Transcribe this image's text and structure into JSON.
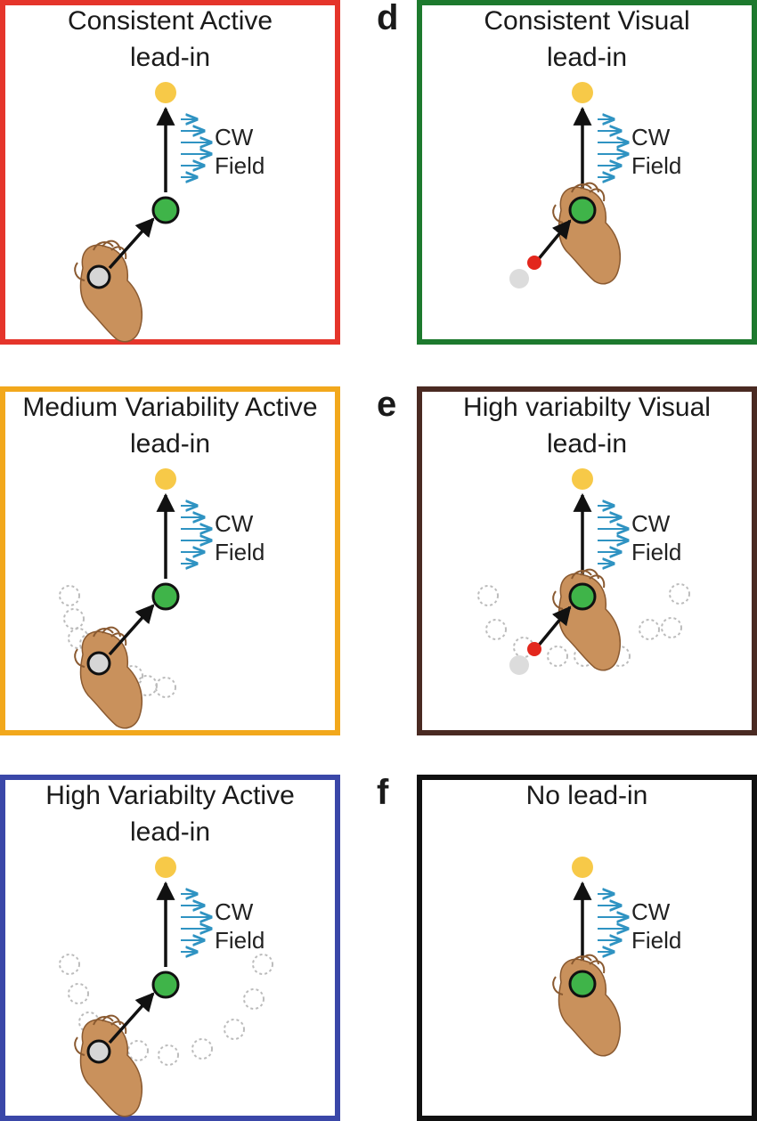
{
  "colors": {
    "target": "#f7c948",
    "start": "#3fb449",
    "hand_cursor": "#d6d6d6",
    "visual_cursor": "#e3271d",
    "visual_ghost": "#dcdcdc",
    "field_arrows": "#2f93c2",
    "dashed_circle": "#bcbcbc",
    "hand": "#c9915c",
    "hand_dark": "#8a5a31"
  },
  "field": {
    "line1": "CW",
    "line2": "Field"
  },
  "panels": [
    {
      "id": "a",
      "letter": "",
      "title_lines": [
        "Consistent Active",
        "lead-in"
      ],
      "border_color": "#e5352b",
      "mode": "active",
      "variability": "none"
    },
    {
      "id": "d",
      "letter": "d",
      "title_lines": [
        "Consistent Visual",
        "lead-in"
      ],
      "border_color": "#1d7a2e",
      "mode": "visual",
      "variability": "none"
    },
    {
      "id": "b",
      "letter": "",
      "title_lines": [
        "Medium Variability Active",
        "lead-in"
      ],
      "border_color": "#f2a81c",
      "mode": "active",
      "variability": "medium"
    },
    {
      "id": "e",
      "letter": "e",
      "title_lines": [
        "High variabilty Visual",
        "lead-in"
      ],
      "border_color": "#4a2a22",
      "mode": "visual",
      "variability": "high"
    },
    {
      "id": "c",
      "letter": "",
      "title_lines": [
        "High Variabilty Active",
        "lead-in"
      ],
      "border_color": "#3a47a8",
      "mode": "active",
      "variability": "high"
    },
    {
      "id": "f",
      "letter": "f",
      "title_lines": [
        "No lead-in",
        ""
      ],
      "border_color": "#111111",
      "mode": "none",
      "variability": "none"
    }
  ]
}
